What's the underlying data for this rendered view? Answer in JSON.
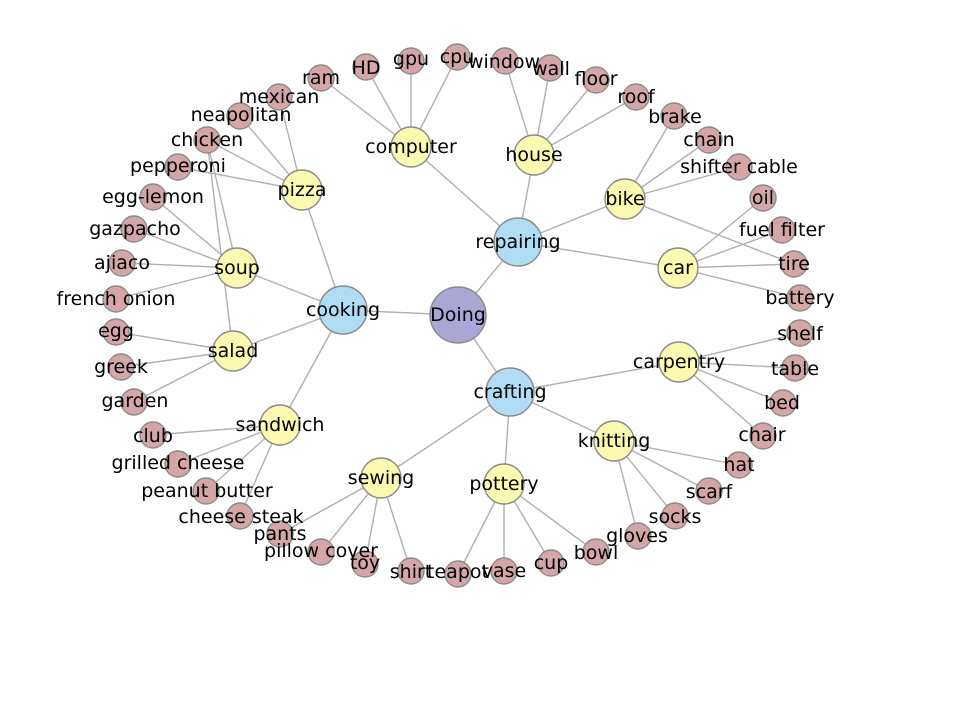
{
  "diagram": {
    "colors": {
      "edge": "#b0b0b0",
      "node_stroke": "#8a8a8a",
      "root": "#aaa6d6",
      "category": "#b0dcf6",
      "activity": "#fbfab0",
      "item": "#d4a6a8"
    },
    "nodes": [
      {
        "id": "doing",
        "label": "Doing",
        "level": "root"
      },
      {
        "id": "cooking",
        "label": "cooking",
        "level": "category"
      },
      {
        "id": "repairing",
        "label": "repairing",
        "level": "category"
      },
      {
        "id": "crafting",
        "label": "crafting",
        "level": "category"
      },
      {
        "id": "pizza",
        "label": "pizza",
        "level": "activity"
      },
      {
        "id": "soup",
        "label": "soup",
        "level": "activity"
      },
      {
        "id": "salad",
        "label": "salad",
        "level": "activity"
      },
      {
        "id": "sandwich",
        "label": "sandwich",
        "level": "activity"
      },
      {
        "id": "computer",
        "label": "computer",
        "level": "activity"
      },
      {
        "id": "house",
        "label": "house",
        "level": "activity"
      },
      {
        "id": "bike",
        "label": "bike",
        "level": "activity"
      },
      {
        "id": "car",
        "label": "car",
        "level": "activity"
      },
      {
        "id": "carpentry",
        "label": "carpentry",
        "level": "activity"
      },
      {
        "id": "knitting",
        "label": "knitting",
        "level": "activity"
      },
      {
        "id": "pottery",
        "label": "pottery",
        "level": "activity"
      },
      {
        "id": "sewing",
        "label": "sewing",
        "level": "activity"
      },
      {
        "id": "mexican",
        "label": "mexican",
        "level": "item"
      },
      {
        "id": "neapolitan",
        "label": "neapolitan",
        "level": "item"
      },
      {
        "id": "chicken",
        "label": "chicken",
        "level": "item"
      },
      {
        "id": "pepperoni",
        "label": "pepperoni",
        "level": "item"
      },
      {
        "id": "egg-lemon",
        "label": "egg-lemon",
        "level": "item"
      },
      {
        "id": "gazpacho",
        "label": "gazpacho",
        "level": "item"
      },
      {
        "id": "ajiaco",
        "label": "ajiaco",
        "level": "item"
      },
      {
        "id": "french-onion",
        "label": "french onion",
        "level": "item"
      },
      {
        "id": "egg",
        "label": "egg",
        "level": "item"
      },
      {
        "id": "greek",
        "label": "greek",
        "level": "item"
      },
      {
        "id": "garden",
        "label": "garden",
        "level": "item"
      },
      {
        "id": "club",
        "label": "club",
        "level": "item"
      },
      {
        "id": "grilled-cheese",
        "label": "grilled cheese",
        "level": "item"
      },
      {
        "id": "peanut-butter",
        "label": "peanut butter",
        "level": "item"
      },
      {
        "id": "cheese-steak",
        "label": "cheese steak",
        "level": "item"
      },
      {
        "id": "ram",
        "label": "ram",
        "level": "item"
      },
      {
        "id": "hd",
        "label": "HD",
        "level": "item"
      },
      {
        "id": "gpu",
        "label": "gpu",
        "level": "item"
      },
      {
        "id": "cpu",
        "label": "cpu",
        "level": "item"
      },
      {
        "id": "window",
        "label": "window",
        "level": "item"
      },
      {
        "id": "wall",
        "label": "wall",
        "level": "item"
      },
      {
        "id": "floor",
        "label": "floor",
        "level": "item"
      },
      {
        "id": "roof",
        "label": "roof",
        "level": "item"
      },
      {
        "id": "brake",
        "label": "brake",
        "level": "item"
      },
      {
        "id": "chain",
        "label": "chain",
        "level": "item"
      },
      {
        "id": "shifter-cable",
        "label": "shifter cable",
        "level": "item"
      },
      {
        "id": "oil",
        "label": "oil",
        "level": "item"
      },
      {
        "id": "fuel-filter",
        "label": "fuel filter",
        "level": "item"
      },
      {
        "id": "tire",
        "label": "tire",
        "level": "item"
      },
      {
        "id": "battery",
        "label": "battery",
        "level": "item"
      },
      {
        "id": "shelf",
        "label": "shelf",
        "level": "item"
      },
      {
        "id": "table",
        "label": "table",
        "level": "item"
      },
      {
        "id": "bed",
        "label": "bed",
        "level": "item"
      },
      {
        "id": "chair",
        "label": "chair",
        "level": "item"
      },
      {
        "id": "hat",
        "label": "hat",
        "level": "item"
      },
      {
        "id": "scarf",
        "label": "scarf",
        "level": "item"
      },
      {
        "id": "socks",
        "label": "socks",
        "level": "item"
      },
      {
        "id": "gloves",
        "label": "gloves",
        "level": "item"
      },
      {
        "id": "bowl",
        "label": "bowl",
        "level": "item"
      },
      {
        "id": "cup",
        "label": "cup",
        "level": "item"
      },
      {
        "id": "vase",
        "label": "vase",
        "level": "item"
      },
      {
        "id": "teapot",
        "label": "teapot",
        "level": "item"
      },
      {
        "id": "shirt",
        "label": "shirt",
        "level": "item"
      },
      {
        "id": "toy",
        "label": "toy",
        "level": "item"
      },
      {
        "id": "pillow-cover",
        "label": "pillow cover",
        "level": "item"
      },
      {
        "id": "pants",
        "label": "pants",
        "level": "item"
      }
    ],
    "edges": [
      [
        "doing",
        "cooking"
      ],
      [
        "doing",
        "repairing"
      ],
      [
        "doing",
        "crafting"
      ],
      [
        "cooking",
        "pizza"
      ],
      [
        "cooking",
        "soup"
      ],
      [
        "cooking",
        "salad"
      ],
      [
        "cooking",
        "sandwich"
      ],
      [
        "repairing",
        "computer"
      ],
      [
        "repairing",
        "house"
      ],
      [
        "repairing",
        "bike"
      ],
      [
        "repairing",
        "car"
      ],
      [
        "crafting",
        "carpentry"
      ],
      [
        "crafting",
        "knitting"
      ],
      [
        "crafting",
        "pottery"
      ],
      [
        "crafting",
        "sewing"
      ],
      [
        "pizza",
        "mexican"
      ],
      [
        "pizza",
        "neapolitan"
      ],
      [
        "pizza",
        "chicken"
      ],
      [
        "pizza",
        "pepperoni"
      ],
      [
        "soup",
        "egg-lemon"
      ],
      [
        "soup",
        "gazpacho"
      ],
      [
        "soup",
        "ajiaco"
      ],
      [
        "soup",
        "french-onion"
      ],
      [
        "soup",
        "chicken"
      ],
      [
        "salad",
        "egg"
      ],
      [
        "salad",
        "greek"
      ],
      [
        "salad",
        "garden"
      ],
      [
        "salad",
        "chicken"
      ],
      [
        "sandwich",
        "club"
      ],
      [
        "sandwich",
        "grilled-cheese"
      ],
      [
        "sandwich",
        "peanut-butter"
      ],
      [
        "sandwich",
        "cheese-steak"
      ],
      [
        "computer",
        "ram"
      ],
      [
        "computer",
        "hd"
      ],
      [
        "computer",
        "gpu"
      ],
      [
        "computer",
        "cpu"
      ],
      [
        "house",
        "window"
      ],
      [
        "house",
        "wall"
      ],
      [
        "house",
        "floor"
      ],
      [
        "house",
        "roof"
      ],
      [
        "bike",
        "brake"
      ],
      [
        "bike",
        "chain"
      ],
      [
        "bike",
        "shifter-cable"
      ],
      [
        "bike",
        "tire"
      ],
      [
        "car",
        "oil"
      ],
      [
        "car",
        "fuel-filter"
      ],
      [
        "car",
        "tire"
      ],
      [
        "car",
        "battery"
      ],
      [
        "carpentry",
        "shelf"
      ],
      [
        "carpentry",
        "table"
      ],
      [
        "carpentry",
        "bed"
      ],
      [
        "carpentry",
        "chair"
      ],
      [
        "knitting",
        "hat"
      ],
      [
        "knitting",
        "scarf"
      ],
      [
        "knitting",
        "socks"
      ],
      [
        "knitting",
        "gloves"
      ],
      [
        "pottery",
        "bowl"
      ],
      [
        "pottery",
        "cup"
      ],
      [
        "pottery",
        "vase"
      ],
      [
        "pottery",
        "teapot"
      ],
      [
        "sewing",
        "shirt"
      ],
      [
        "sewing",
        "toy"
      ],
      [
        "sewing",
        "pillow-cover"
      ],
      [
        "sewing",
        "pants"
      ]
    ]
  }
}
